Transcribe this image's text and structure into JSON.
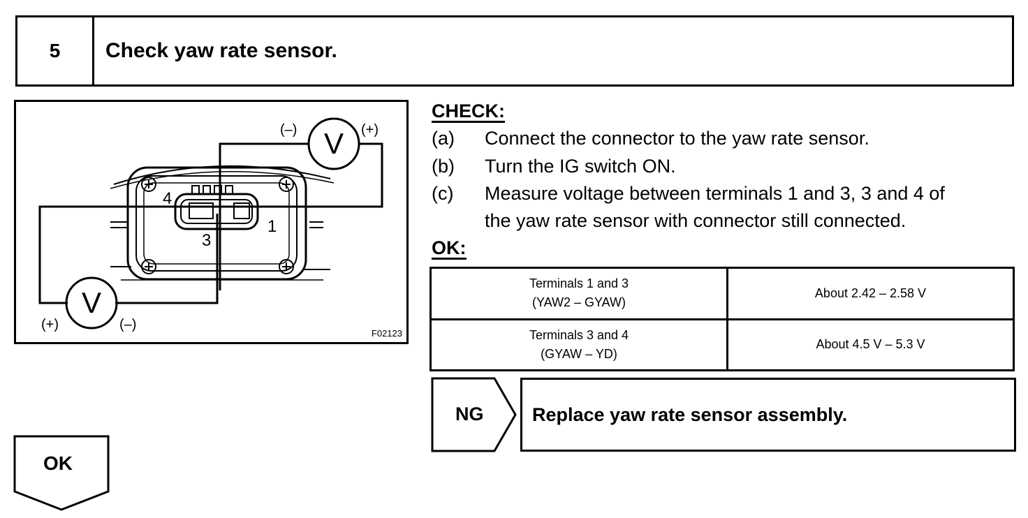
{
  "step": {
    "number": "5",
    "title": "Check yaw rate sensor."
  },
  "diagram": {
    "figure_code": "F02123",
    "meter_symbol": "V",
    "top_meter": {
      "neg": "(–)",
      "pos": "(+)"
    },
    "bottom_meter": {
      "pos": "(+)",
      "neg": "(–)"
    },
    "terminals": [
      "4",
      "1",
      "3"
    ]
  },
  "check": {
    "heading": "CHECK:",
    "items": [
      {
        "label": "(a)",
        "text": "Connect the connector to the yaw rate sensor."
      },
      {
        "label": "(b)",
        "text": "Turn the IG switch ON."
      },
      {
        "label": "(c)",
        "text": "Measure voltage between terminals 1 and 3, 3 and 4 of",
        "cont": "the yaw rate sensor with connector still connected."
      }
    ]
  },
  "ok": {
    "heading": "OK:",
    "rows": [
      {
        "terminals": "Terminals 1 and 3",
        "signals": "(YAW2 – GYAW)",
        "value": "About 2.42 – 2.58 V"
      },
      {
        "terminals": "Terminals 3 and 4",
        "signals": "(GYAW – YD)",
        "value": "About 4.5 V – 5.3 V"
      }
    ]
  },
  "ng": {
    "label": "NG",
    "action": "Replace yaw rate sensor assembly."
  },
  "ok_flow": {
    "label": "OK"
  }
}
